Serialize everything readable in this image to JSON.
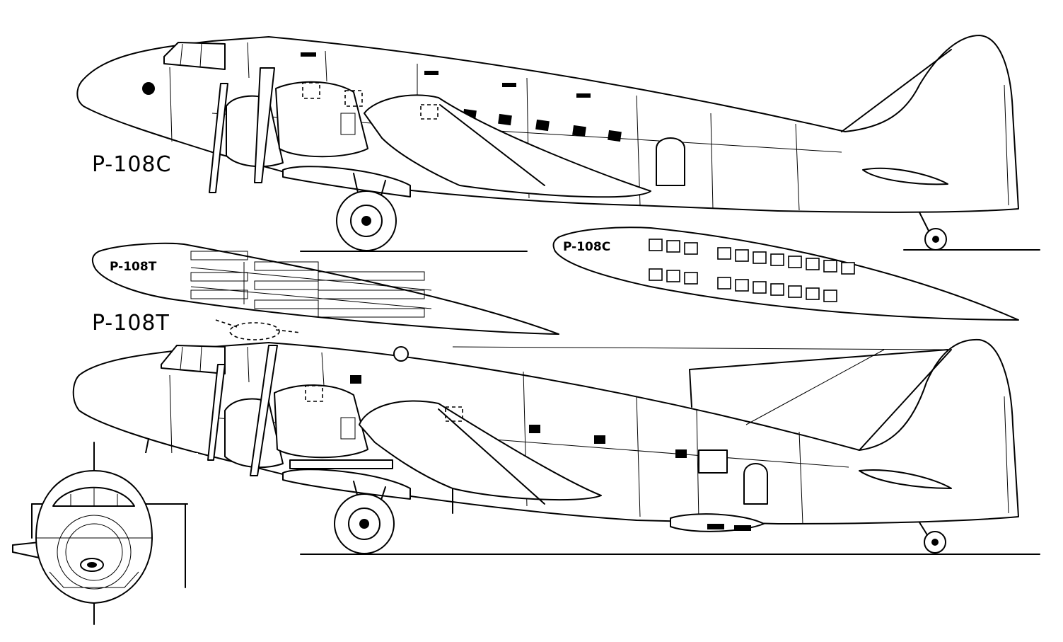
{
  "labels": {
    "top_side_view": "P-108C",
    "bottom_side_view": "P-108T",
    "cargo_plan": "P-108T",
    "passenger_plan": "P-108C"
  }
}
